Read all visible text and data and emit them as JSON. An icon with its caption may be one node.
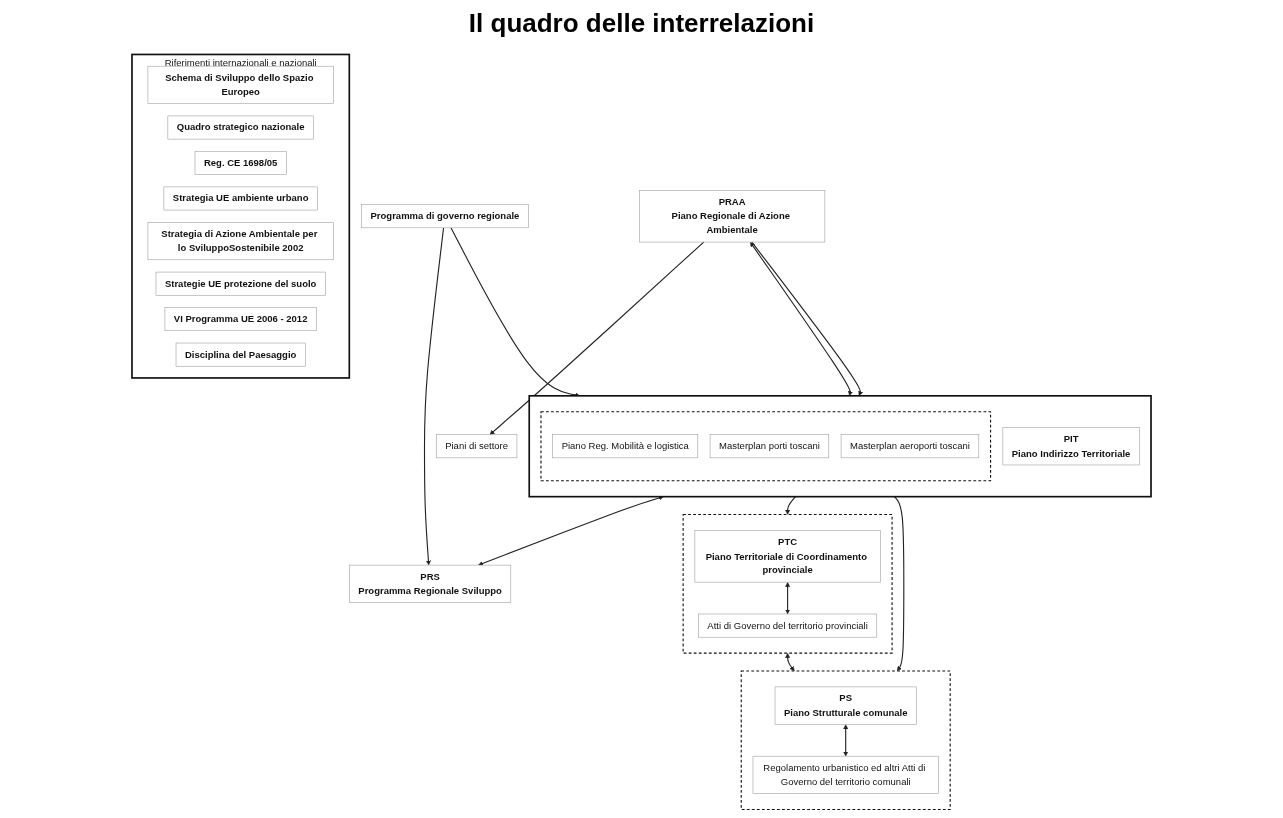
{
  "diagram": {
    "title": "Il quadro delle interrelazioni",
    "nodes": [
      {
        "text": [
          "Riferimenti internazionali e nazionali"
        ]
      },
      {
        "text": [
          "Schema di Sviluppo dello Spazio Europeo"
        ],
        "in": 0
      },
      {
        "text": [
          "Quadro strategico nazionale"
        ],
        "in": 0
      },
      {
        "text": [
          "Reg. CE 1698/05"
        ],
        "in": 0
      },
      {
        "text": [
          "Strategia UE ambiente urbano"
        ],
        "in": 0
      },
      {
        "text": [
          "Strategia di Azione Ambientale per lo SviluppoSostenibile 2002"
        ],
        "in": 0
      },
      {
        "text": [
          "Strategie UE protezione del suolo"
        ],
        "in": 0
      },
      {
        "text": [
          "VI Programma UE 2006 - 2012"
        ],
        "in": 0
      },
      {
        "text": [
          "Disciplina del Paesaggio"
        ],
        "in": 0
      },
      {
        "text": [
          "Programma di governo regionale"
        ]
      },
      {
        "text": [],
        "shape": "box"
      },
      {
        "text": [
          "PIT",
          "Piano Indirizzo Territoriale"
        ],
        "in": 10
      },
      {
        "text": [],
        "shape": "box",
        "in": 10
      },
      {
        "text": [
          "Piano Reg. Mobilità e logistica"
        ],
        "in": 12
      },
      {
        "text": [
          "Masterplan porti toscani"
        ],
        "in": 12
      },
      {
        "text": [
          "Masterplan aeroporti toscani"
        ],
        "in": 12
      },
      {
        "text": [
          "PRS",
          "Programma Regionale Sviluppo"
        ]
      },
      {
        "text": [
          "PRAA",
          "Piano Regionale di Azione Ambientale"
        ]
      },
      {
        "text": [
          "Piani di settore"
        ]
      },
      {
        "text": [],
        "shape": "box"
      },
      {
        "text": [
          "PTC",
          "Piano Territoriale di Coordinamento provinciale"
        ],
        "in": 19
      },
      {
        "text": [
          "Atti di Governo del territorio provinciali"
        ],
        "in": 19
      },
      {
        "text": [],
        "shape": "box"
      },
      {
        "text": [
          "PS",
          "Piano Strutturale comunale"
        ],
        "in": 22
      },
      {
        "text": [
          "Regolamento urbanistico ed altri Atti di Governo del territorio comunali"
        ],
        "in": 22
      }
    ],
    "edges": [
      {
        "from": 9,
        "to": 10,
        "arrow": "to"
      },
      {
        "from": 9,
        "to": 16,
        "arrow": "to"
      },
      {
        "from": 10,
        "to": 16,
        "arrow": "both"
      },
      {
        "from": 17,
        "to": 10,
        "arrow": "both"
      },
      {
        "from": 17,
        "to": 10,
        "arrow": "to"
      },
      {
        "from": 17,
        "to": 18,
        "arrow": "to"
      },
      {
        "from": 10,
        "to": 19,
        "arrow": "to"
      },
      {
        "from": 10,
        "to": 22,
        "arrow": "to"
      },
      {
        "from": 19,
        "to": 22,
        "arrow": "both"
      },
      {
        "from": 20,
        "to": 21,
        "arrow": "both"
      },
      {
        "from": 23,
        "to": 24,
        "arrow": "both"
      }
    ]
  }
}
